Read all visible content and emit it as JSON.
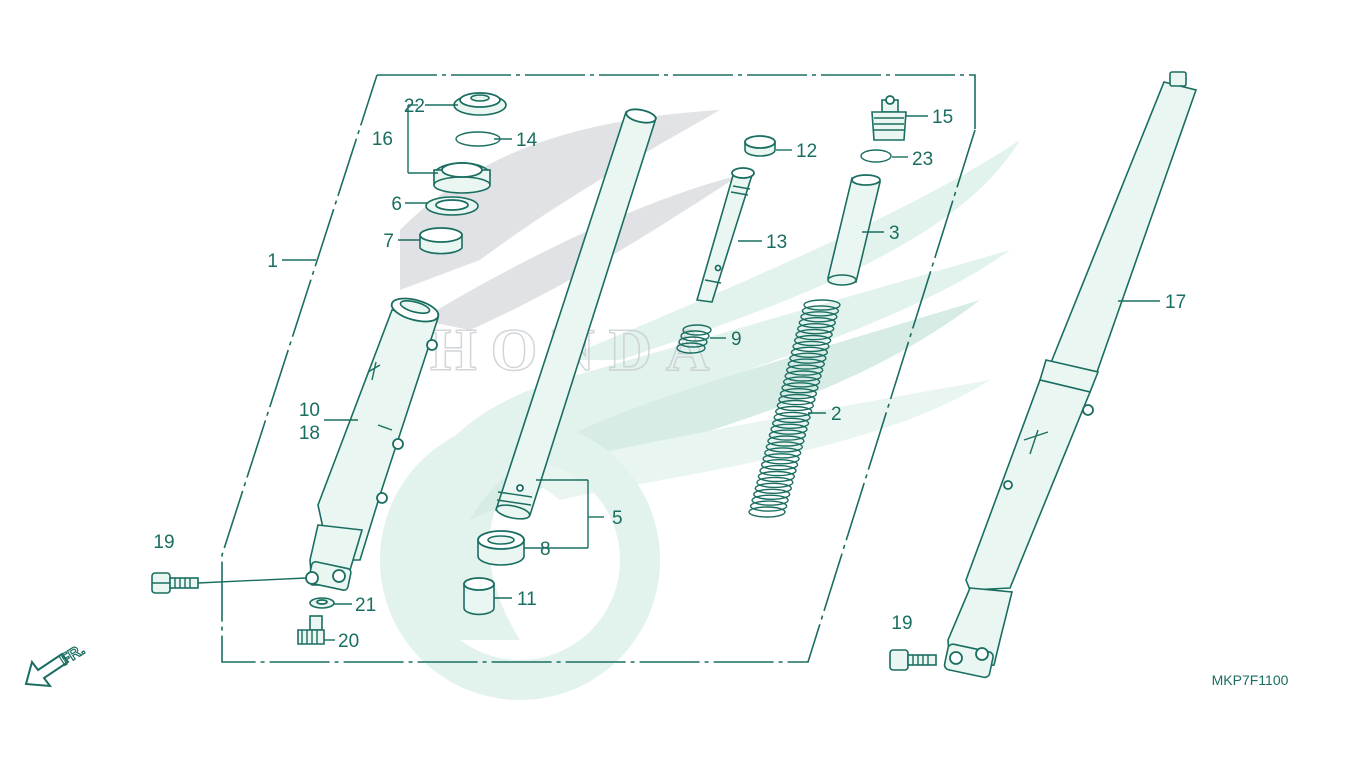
{
  "diagram": {
    "drawing_code": "MKP7F1100",
    "watermark_text": "HONDA",
    "front_arrow_label": "FR.",
    "accent_color": "#1a6e61",
    "watermark_color": "#d9eee8",
    "labels": {
      "p1": "1",
      "p2": "2",
      "p3": "3",
      "p5": "5",
      "p6": "6",
      "p7": "7",
      "p8": "8",
      "p9": "9",
      "p10": "10",
      "p11": "11",
      "p12": "12",
      "p13": "13",
      "p14": "14",
      "p15": "15",
      "p16": "16",
      "p17": "17",
      "p18": "18",
      "p19a": "19",
      "p19b": "19",
      "p20": "20",
      "p21": "21",
      "p22": "22",
      "p23": "23"
    }
  }
}
